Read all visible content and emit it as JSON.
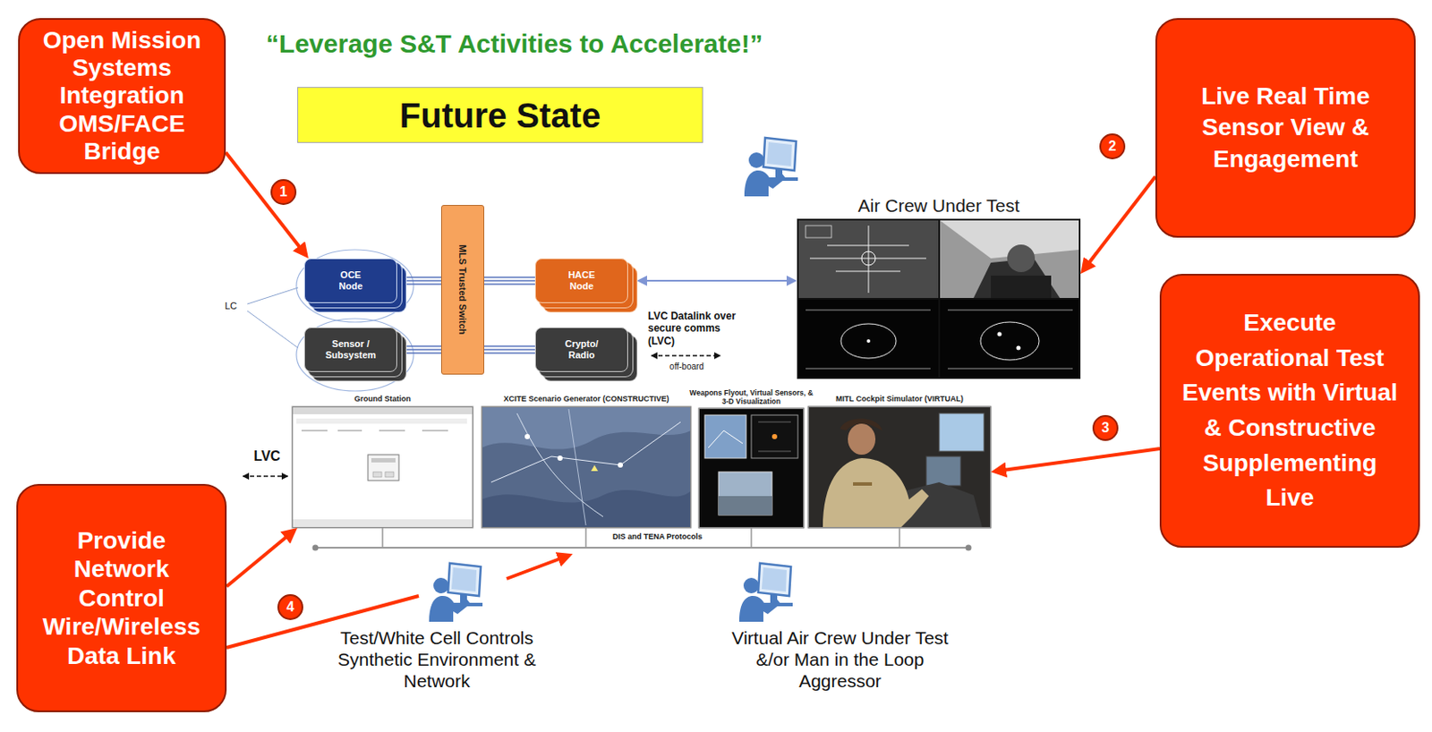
{
  "diagram": {
    "title": "“Leverage S&T Activities to Accelerate!”",
    "nodes": [
      {
        "text": [
          "Open Mission Systems Integration OMS/FACE Bridge"
        ]
      },
      {
        "text": [
          "Future State"
        ]
      },
      {
        "text": [
          "Live Real Time Sensor View & Engagement"
        ]
      },
      {
        "text": [
          "OCE Node"
        ]
      },
      {
        "text": [
          "MLS Trusted Switch"
        ]
      },
      {
        "text": [
          "HACE Node"
        ]
      },
      {
        "text": [
          "Air Crew Under Test"
        ]
      },
      {
        "text": [
          "Sensor / Subsystem"
        ]
      },
      {
        "text": [
          "Crypto/ Radio"
        ]
      },
      {
        "text": [
          "Execute Operational Test Events with Virtual & Constructive Supplementing Live"
        ]
      },
      {
        "text": [
          "Ground Station"
        ]
      },
      {
        "text": [
          "XCITE Scenario Generator (CONSTRUCTIVE)"
        ]
      },
      {
        "text": [
          "Weapons Flyout, Virtual Sensors, & 3-D Visualization"
        ]
      },
      {
        "text": [
          "MITL Cockpit Simulator (VIRTUAL)"
        ]
      },
      {
        "text": [
          "Provide Network Control Wire/Wireless Data Link"
        ]
      }
    ],
    "edges": [
      {
        "from": 0,
        "to": 3,
        "arrow": "to"
      },
      {
        "from": 2,
        "to": 6,
        "arrow": "to"
      },
      {
        "from": 9,
        "to": 13,
        "arrow": "to"
      },
      {
        "from": 14,
        "to": 10,
        "arrow": "to"
      },
      {
        "from": 3,
        "to": 4,
        "arrow": "none"
      },
      {
        "from": 7,
        "to": 4,
        "arrow": "none"
      },
      {
        "from": 4,
        "to": 5,
        "arrow": "none"
      },
      {
        "from": 4,
        "to": 8,
        "arrow": "none"
      },
      {
        "from": 5,
        "to": 6,
        "arrow": "both"
      }
    ],
    "labels": [
      "1",
      "2",
      "3",
      "4",
      "LC",
      "LVC Datalink over secure comms (LVC)",
      "off-board",
      "LVC",
      "DIS and TENA Protocols",
      "Test/White Cell Controls Synthetic Environment & Network",
      "Virtual Air Crew Under Test &/or Man in the Loop Aggressor"
    ]
  }
}
